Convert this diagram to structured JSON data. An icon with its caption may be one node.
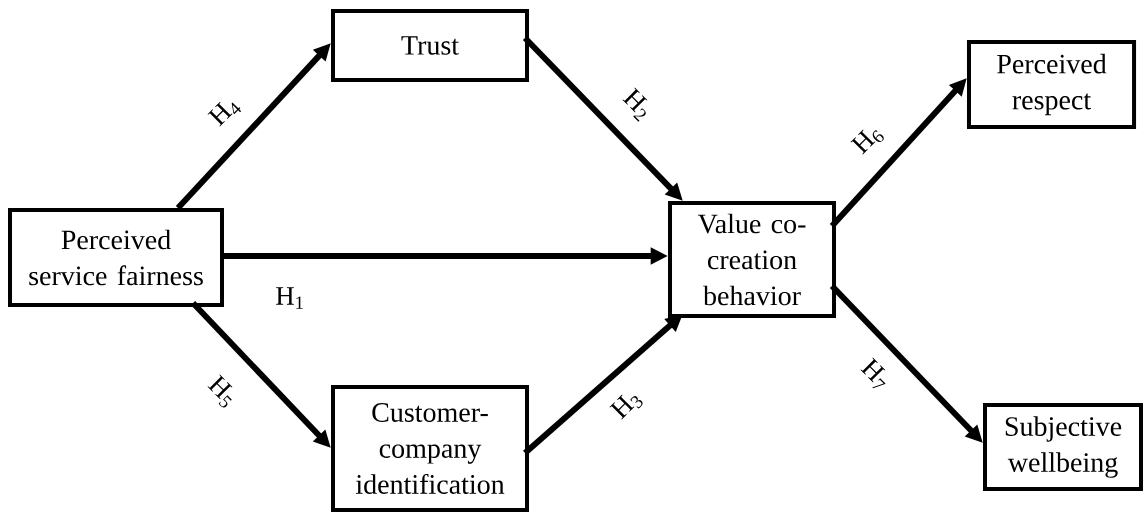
{
  "diagram": {
    "nodes": [
      {
        "text": [
          "Perceived service fairness"
        ]
      },
      {
        "text": [
          "Trust"
        ]
      },
      {
        "text": [
          "Customer-company identification"
        ]
      },
      {
        "text": [
          "Value co-creation behavior"
        ]
      },
      {
        "text": [
          "Perceived respect"
        ]
      },
      {
        "text": [
          "Subjective wellbeing"
        ]
      }
    ],
    "edges": [
      {
        "from": 0,
        "to": 1,
        "arrow": "to",
        "label": "H$_{4}$"
      },
      {
        "from": 1,
        "to": 3,
        "arrow": "to",
        "label": "H$_{2}$"
      },
      {
        "from": 0,
        "to": 3,
        "arrow": "to",
        "label": "H$_{1}$"
      },
      {
        "from": 0,
        "to": 2,
        "arrow": "to",
        "label": "H$_{5}$"
      },
      {
        "from": 2,
        "to": 3,
        "arrow": "to",
        "label": "H$_{3}$"
      },
      {
        "from": 3,
        "to": 4,
        "arrow": "to",
        "label": "H$_{6}$"
      },
      {
        "from": 3,
        "to": 5,
        "arrow": "to",
        "label": "H$_{7}$"
      }
    ]
  }
}
